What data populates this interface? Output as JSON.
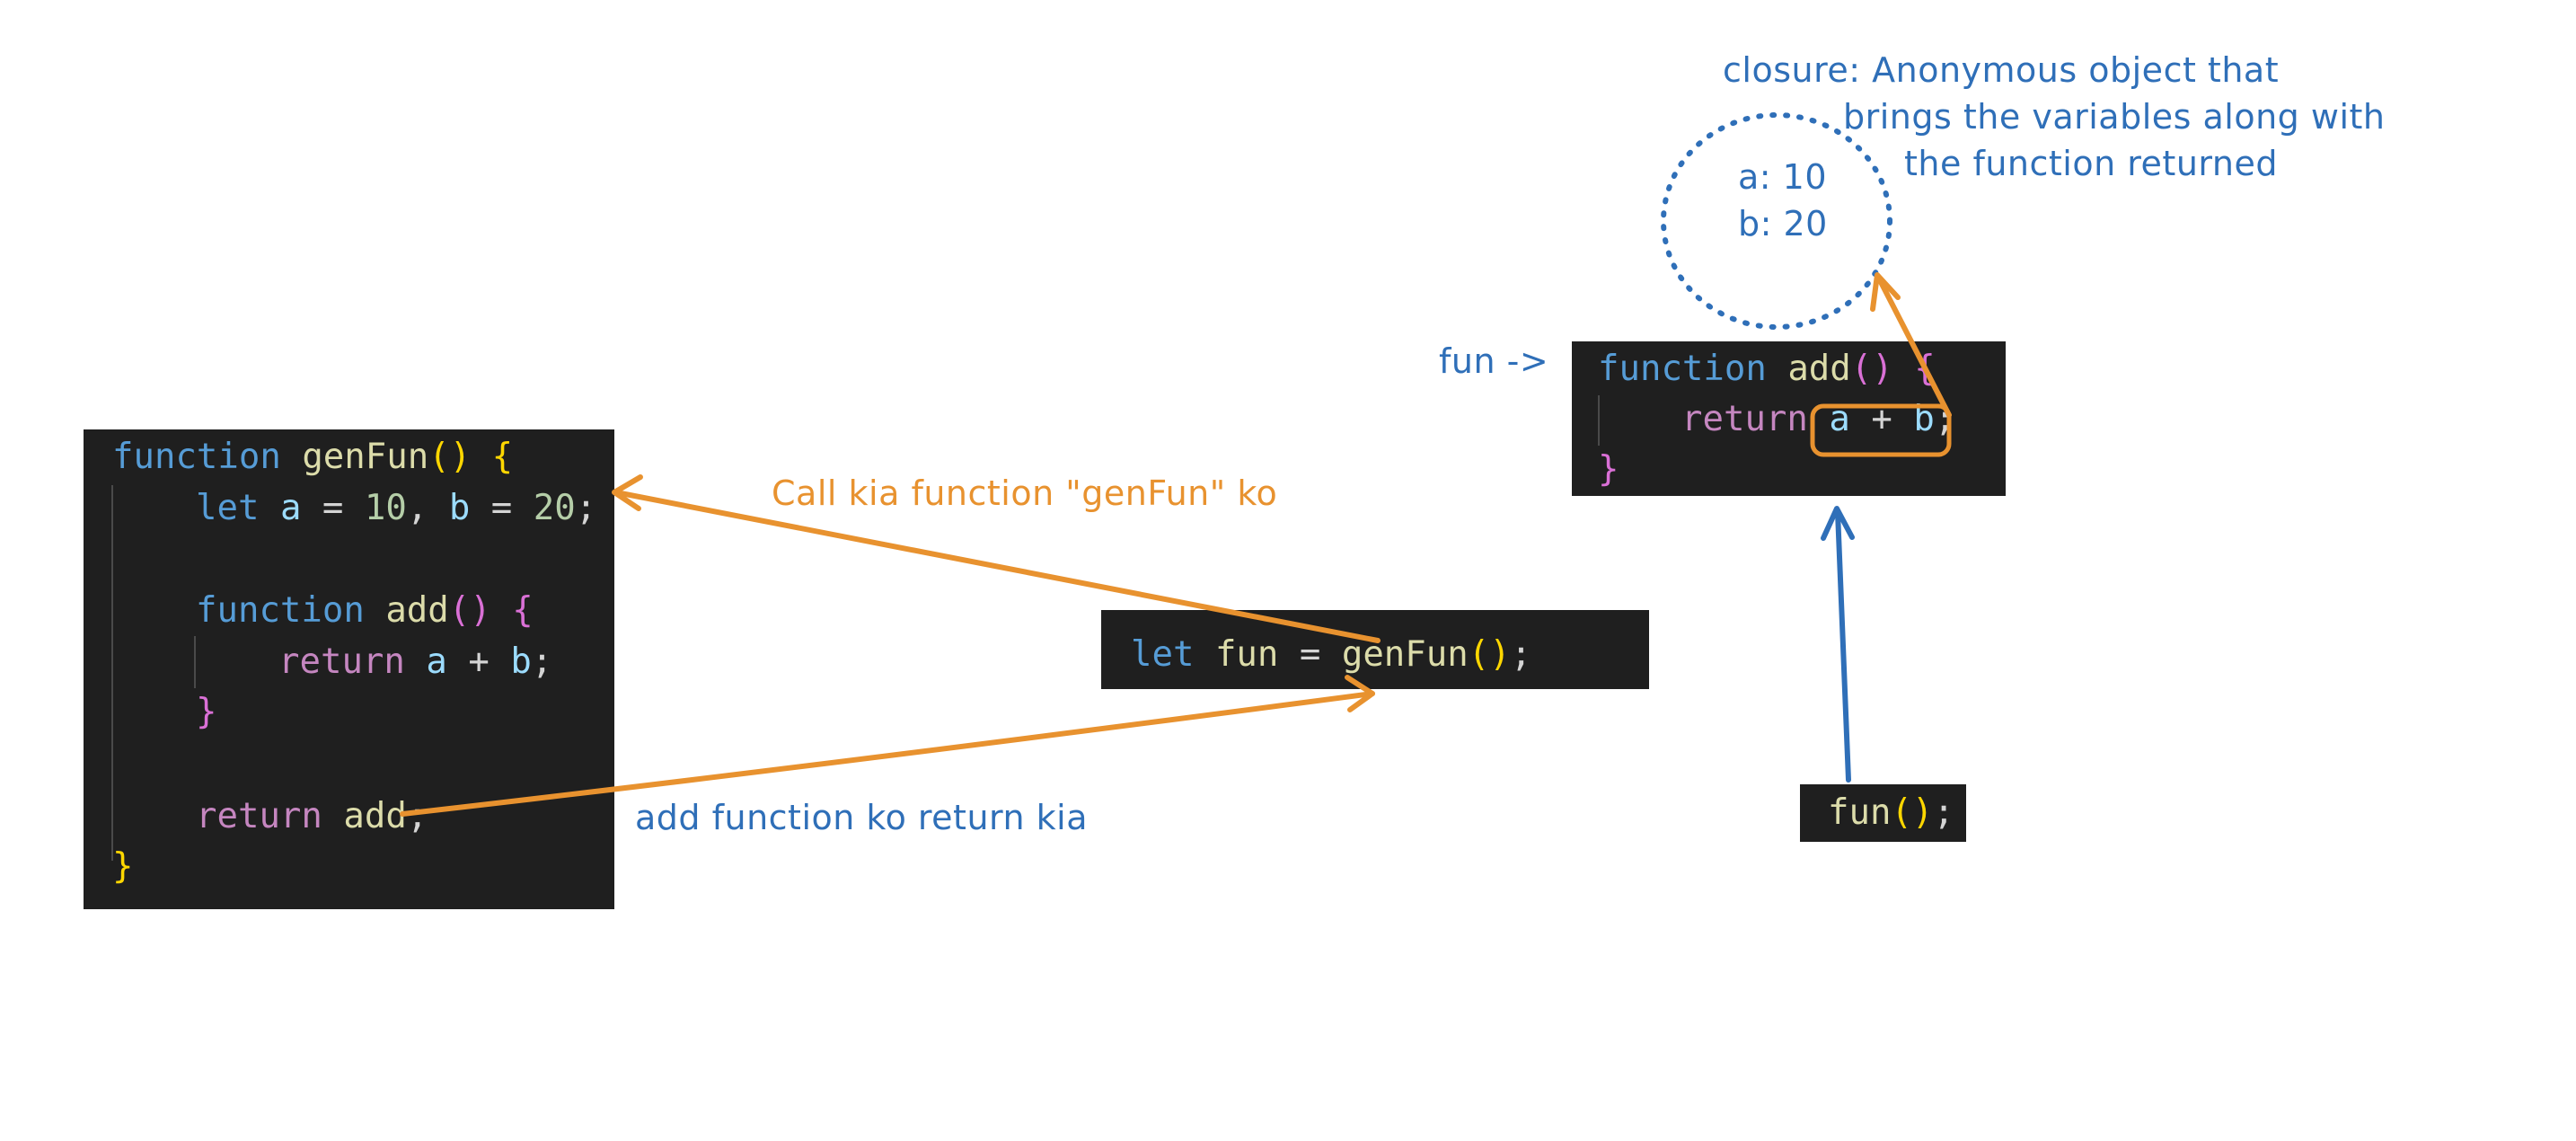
{
  "colors": {
    "annotation_blue": "#2f6fb8",
    "annotation_orange": "#e8922f",
    "code_background": "#1f1f1f"
  },
  "genfun_block": {
    "line1": {
      "kw": "function",
      "name": "genFun",
      "parens": "()",
      "brace": "{"
    },
    "line2": {
      "kw": "let",
      "a": "a",
      "eq1": "=",
      "n1": "10",
      "comma": ",",
      "b": "b",
      "eq2": "=",
      "n2": "20",
      "semi": ";"
    },
    "line3": {
      "kw": "function",
      "name": "add",
      "parens": "()",
      "brace": "{"
    },
    "line4": {
      "kw": "return",
      "a": "a",
      "plus": "+",
      "b": "b",
      "semi": ";"
    },
    "line5": {
      "brace": "}"
    },
    "line6": {
      "kw": "return",
      "name": "add",
      "semi": ";"
    },
    "line7": {
      "brace": "}"
    }
  },
  "call_block": {
    "kw": "let",
    "var": "fun",
    "eq": "=",
    "name": "genFun",
    "parens": "()",
    "semi": ";"
  },
  "add_block": {
    "line1": {
      "kw": "function",
      "name": "add",
      "parens": "()",
      "brace": "{"
    },
    "line2": {
      "kw": "return",
      "a": "a",
      "plus": "+",
      "b": "b",
      "semi": ";"
    },
    "line3": {
      "brace": "}"
    }
  },
  "invoke_block": {
    "name": "fun",
    "parens": "()",
    "semi": ";"
  },
  "annotations": {
    "call_label": "Call kia function \"genFun\" ko",
    "return_label": "add function ko return kia",
    "fun_pointer": "fun ->",
    "closure_line1": "closure: Anonymous object that",
    "closure_line2": "brings the variables along with",
    "closure_line3": "the function returned",
    "closure_a": "a: 10",
    "closure_b": "b: 20"
  }
}
